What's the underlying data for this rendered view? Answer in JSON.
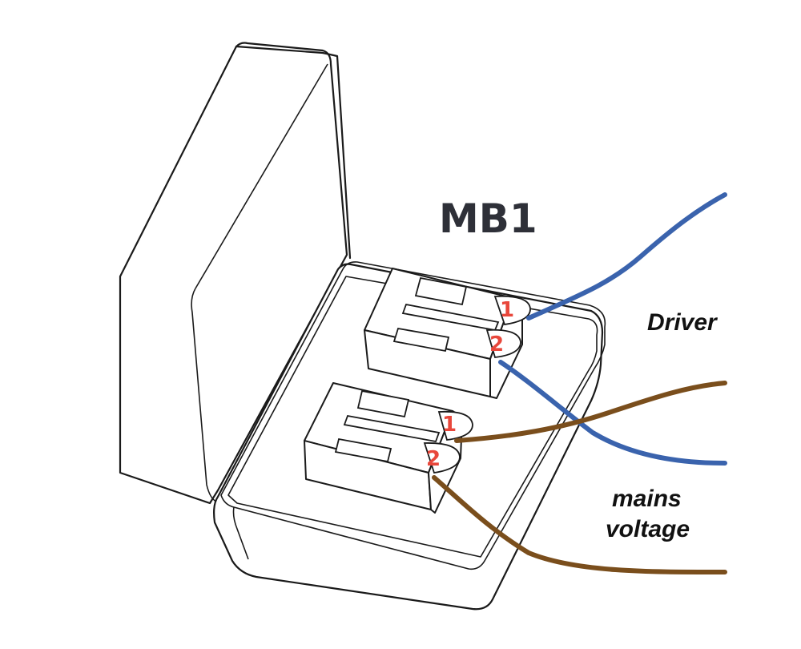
{
  "diagram": {
    "title": "MB1",
    "wire_labels": {
      "driver": "Driver",
      "mains_line1": "mains",
      "mains_line2": "voltage"
    },
    "connectors": [
      {
        "name": "upper-connector",
        "terminals": [
          "1",
          "2"
        ],
        "wire_color": "#3a63ad"
      },
      {
        "name": "lower-connector",
        "terminals": [
          "1",
          "2"
        ],
        "wire_color": "#7a4e1c"
      }
    ],
    "colors": {
      "terminal_numbers": "#e8473b",
      "driver_wire": "#3a63ad",
      "mains_wire": "#7a4e1c",
      "outline": "#1a1a1a",
      "title": "#2e3038"
    }
  }
}
